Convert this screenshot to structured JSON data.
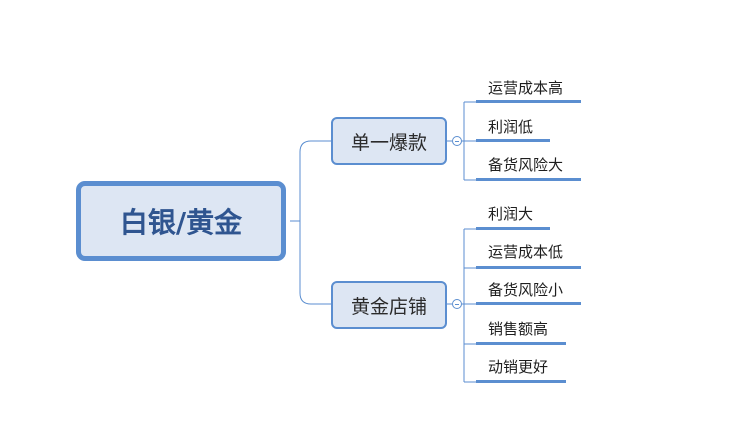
{
  "root": {
    "label": "白银/黄金"
  },
  "branches": [
    {
      "label": "单一爆款",
      "leaves": [
        "运营成本高",
        "利润低",
        "备货风险大"
      ]
    },
    {
      "label": "黄金店铺",
      "leaves": [
        "利润大",
        "运营成本低",
        "备货风险小",
        "销售额高",
        "动销更好"
      ]
    }
  ],
  "colors": {
    "accent": "#5b8ed0",
    "node_fill": "#dde6f3",
    "root_text": "#2f5590"
  }
}
